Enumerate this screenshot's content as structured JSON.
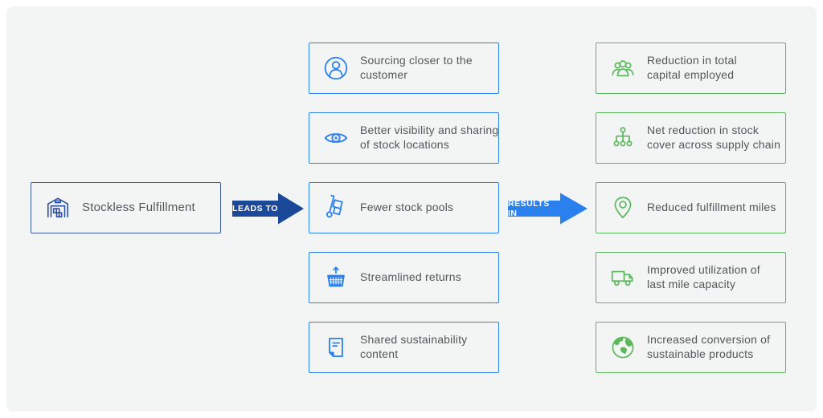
{
  "colors": {
    "navy": "#1c4899",
    "navy_border": "#3d5ba5",
    "blue": "#2a81ee",
    "green": "#5cb85c",
    "text": "#54565a",
    "canvas_bg": "#f3f4f4",
    "page_bg": "#ffffff"
  },
  "source": {
    "label": "Stockless Fulfillment",
    "icon": "warehouse-icon"
  },
  "arrows": {
    "leads_to": "LEADS TO",
    "results_in": "RESULTS IN"
  },
  "leads_to_items": [
    {
      "icon": "person-circle-icon",
      "label": "Sourcing closer to the\ncustomer"
    },
    {
      "icon": "eye-icon",
      "label": "Better visibility and sharing\nof stock locations"
    },
    {
      "icon": "hand-truck-icon",
      "label": "Fewer stock pools"
    },
    {
      "icon": "basket-icon",
      "label": "Streamlined returns"
    },
    {
      "icon": "document-icon",
      "label": "Shared sustainability\ncontent"
    }
  ],
  "results_in_items": [
    {
      "icon": "people-group-icon",
      "label": "Reduction in total\ncapital employed"
    },
    {
      "icon": "hierarchy-icon",
      "label": "Net reduction in stock\ncover across supply chain"
    },
    {
      "icon": "location-pin-icon",
      "label": "Reduced fulfillment miles"
    },
    {
      "icon": "truck-icon",
      "label": "Improved utilization of\nlast mile capacity"
    },
    {
      "icon": "globe-icon",
      "label": "Increased conversion of\nsustainable products"
    }
  ]
}
